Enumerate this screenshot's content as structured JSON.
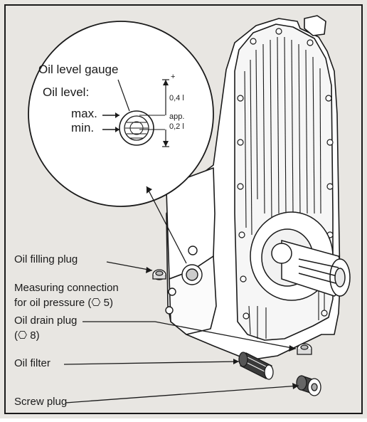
{
  "diagram": {
    "gauge": {
      "title": "Oil level gauge",
      "level_label": "Oil level:",
      "max_label": "max.",
      "min_label": "min.",
      "plus_sign": "+",
      "upper_value": "0,4 l",
      "approx": "app.",
      "lower_value": "0,2 l"
    },
    "callouts": {
      "oil_filling_plug": "Oil filling plug",
      "measuring_connection_line1": "Measuring connection",
      "measuring_connection_line2": "for oil pressure (⎔ 5)",
      "oil_drain_plug_line1": "Oil drain plug",
      "oil_drain_plug_line2": "(⎔ 8)",
      "oil_filter": "Oil filter",
      "screw_plug": "Screw plug"
    },
    "colors": {
      "background": "#e8e6e2",
      "border": "#1a1a1a",
      "line": "#1a1a1a"
    }
  }
}
